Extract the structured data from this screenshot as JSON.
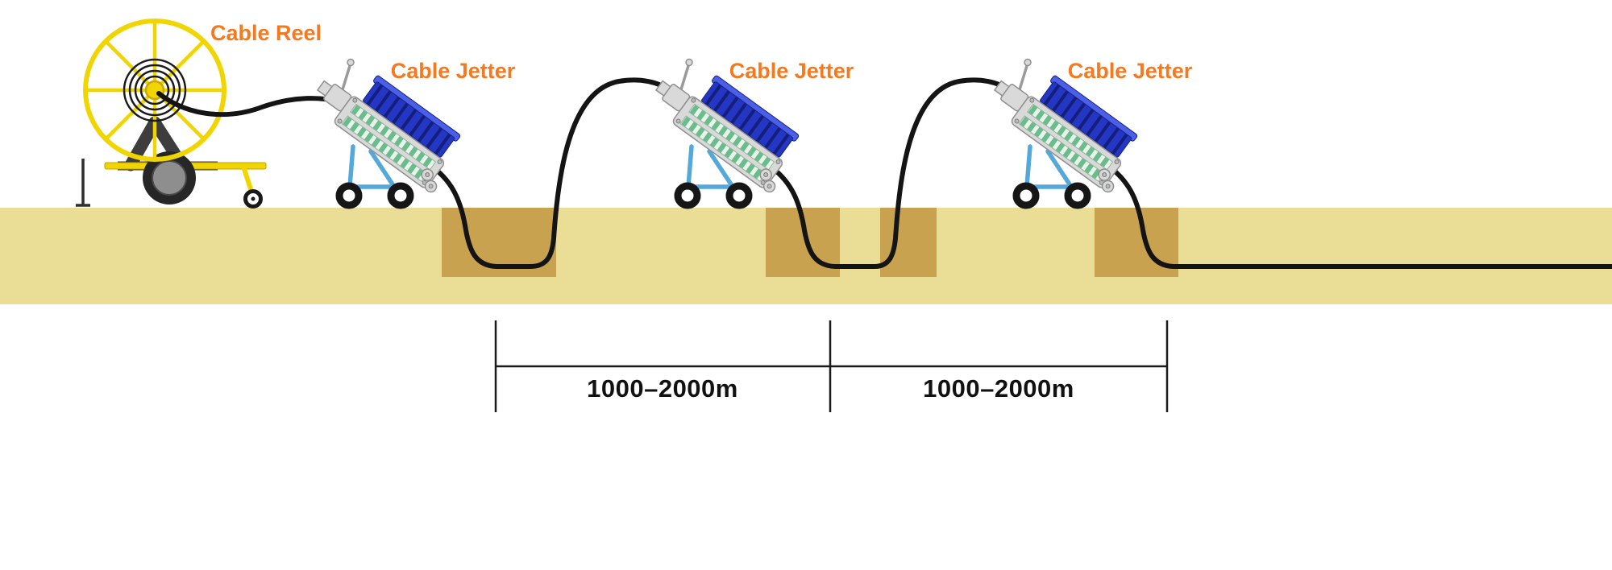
{
  "diagram": {
    "labels": {
      "reel": "Cable Reel",
      "jetter1": "Cable Jetter",
      "jetter2": "Cable Jetter",
      "jetter3": "Cable Jetter"
    },
    "dimensions": {
      "span1": "1000–2000m",
      "span2": "1000–2000m"
    },
    "colors": {
      "label_orange": "#F5791F",
      "ground_tan": "#EADD96",
      "pit_brown": "#C8A24F",
      "cable_black": "#141414",
      "reel_yellow": "#F0D500",
      "jetter_blue": "#2336C4",
      "jetter_blue_dark": "#131F7A",
      "jetter_blue_light": "#4A5EE8",
      "frame_blue": "#55A9DA",
      "tread_green": "#69BC8B",
      "trailer_gray": "#3D3D3D"
    }
  }
}
